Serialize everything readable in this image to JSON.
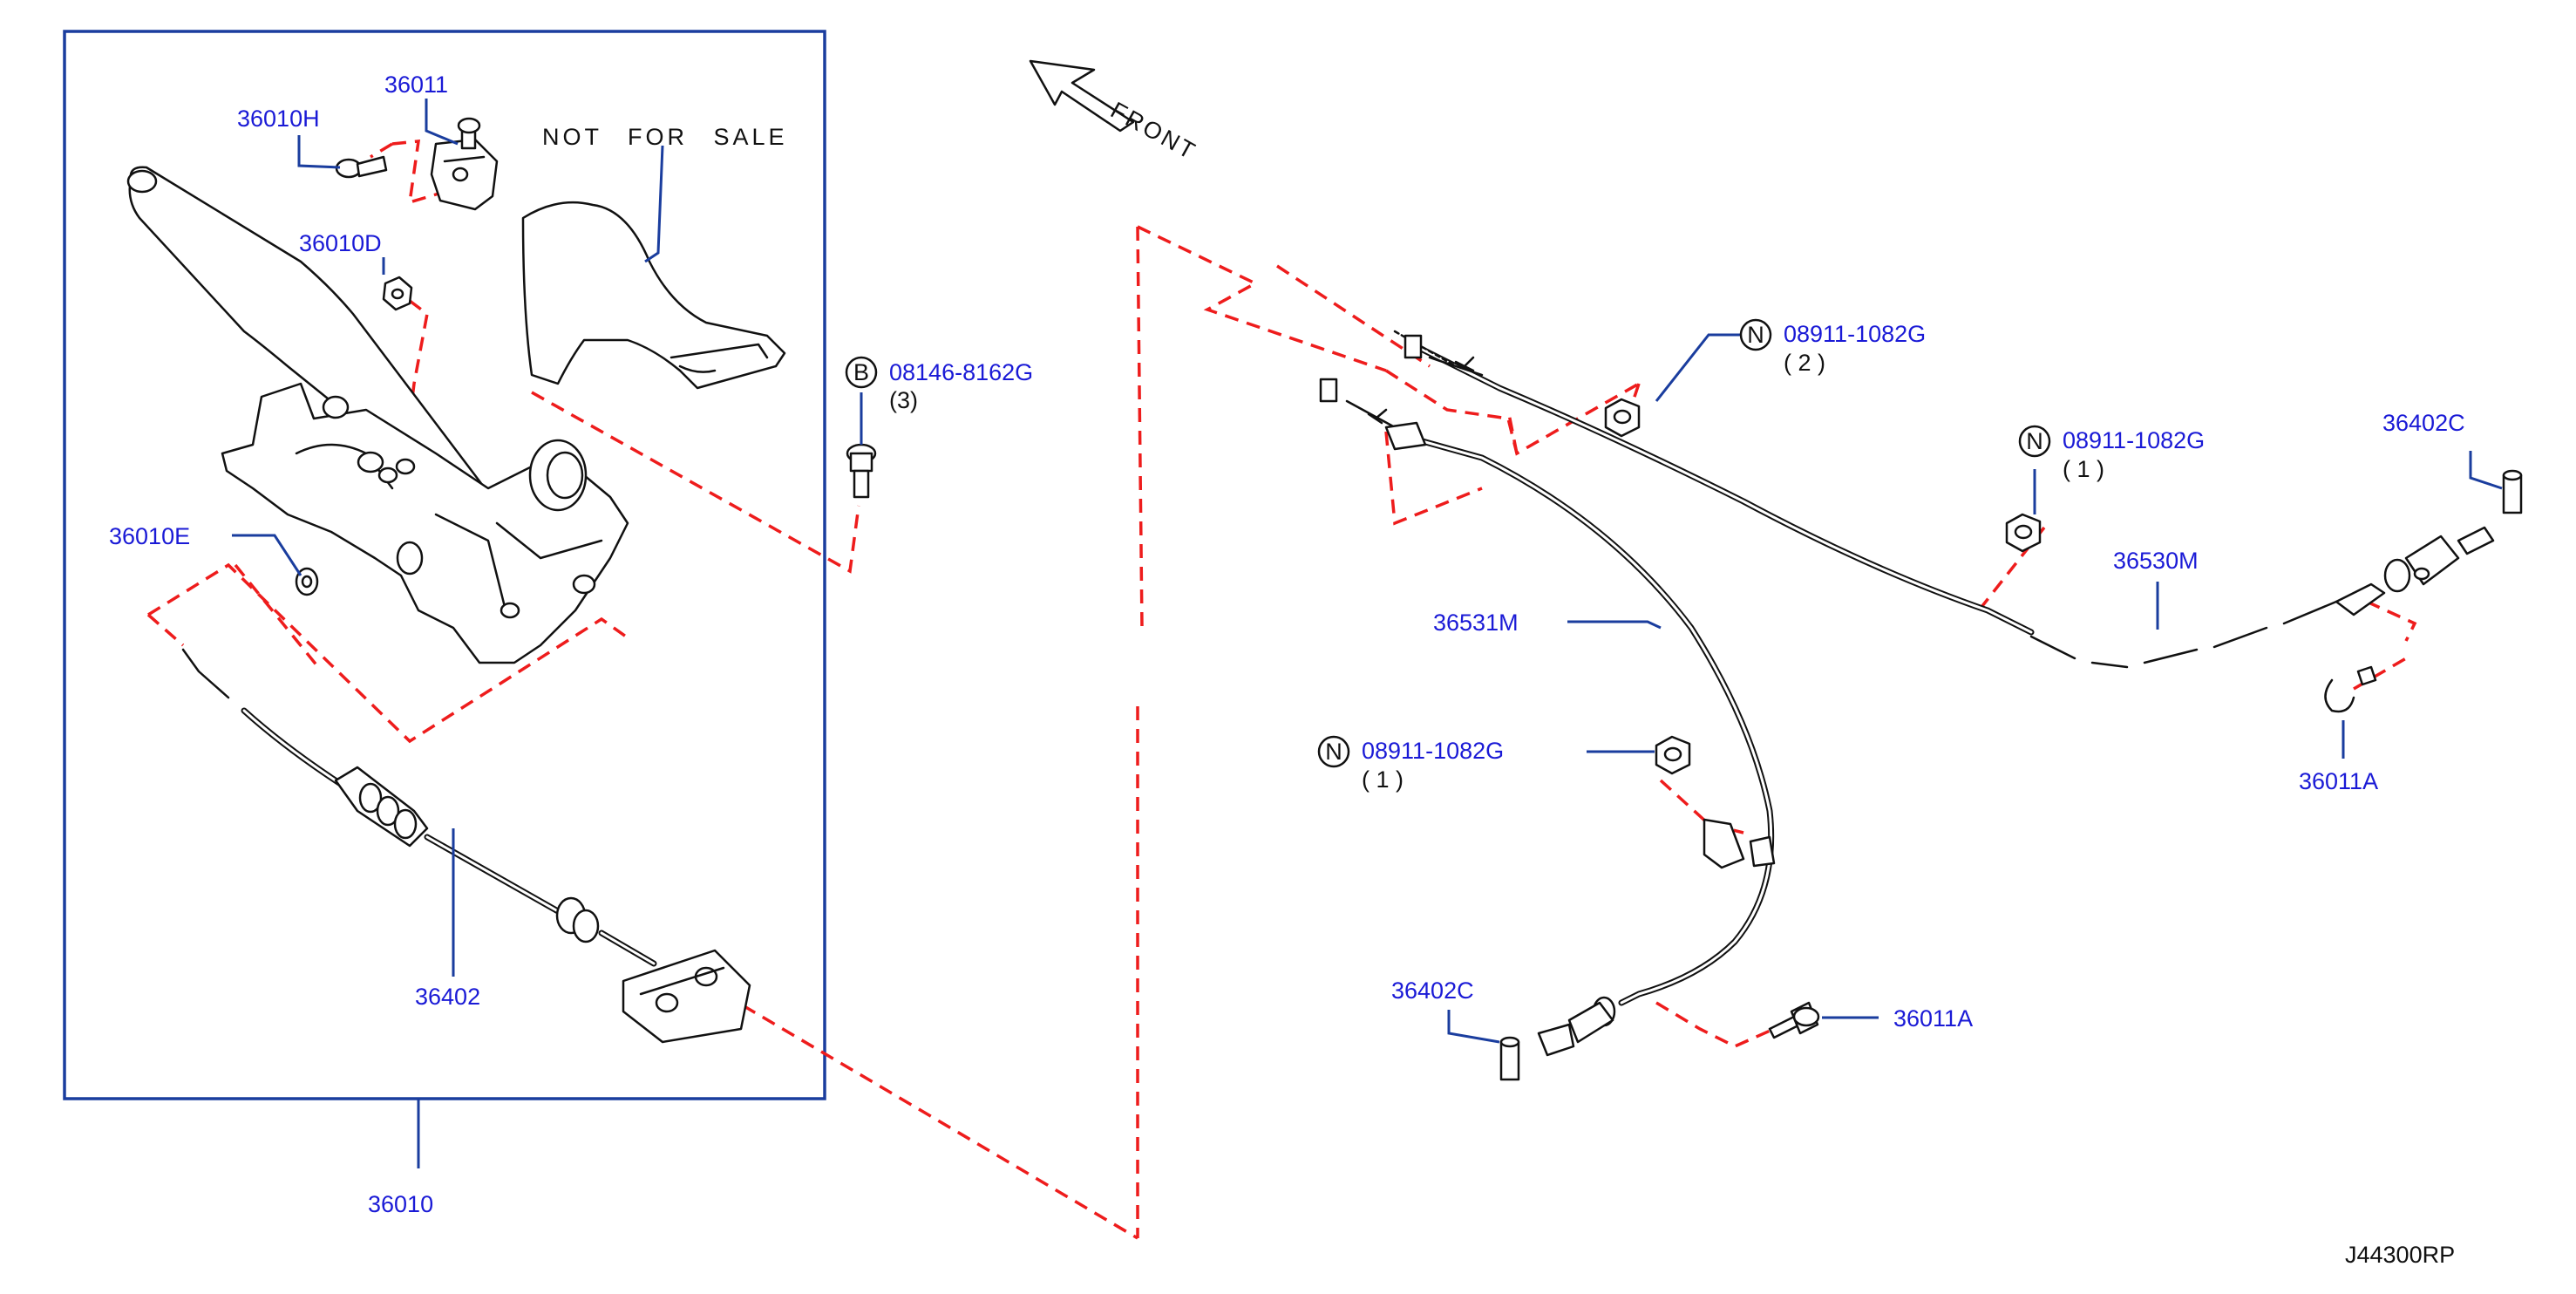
{
  "diagram_id": "J44300RP",
  "watermark": "NOT FOR SALE",
  "direction_label": "FRONT",
  "parts": [
    {
      "id": "p36011",
      "code": "36011"
    },
    {
      "id": "p36010H",
      "code": "36010H"
    },
    {
      "id": "p36010D",
      "code": "36010D"
    },
    {
      "id": "p36010E",
      "code": "36010E"
    },
    {
      "id": "p36402",
      "code": "36402"
    },
    {
      "id": "p36010",
      "code": "36010"
    },
    {
      "id": "p08146",
      "code": "08146-8162G",
      "prefix": "B",
      "qty": "(3)"
    },
    {
      "id": "pN2",
      "code": "08911-1082G",
      "prefix": "N",
      "qty": "( 2 )"
    },
    {
      "id": "pN1a",
      "code": "08911-1082G",
      "prefix": "N",
      "qty": "( 1 )"
    },
    {
      "id": "pN1b",
      "code": "08911-1082G",
      "prefix": "N",
      "qty": "( 1 )"
    },
    {
      "id": "p36402C_r",
      "code": "36402C"
    },
    {
      "id": "p36530M",
      "code": "36530M"
    },
    {
      "id": "p36531M",
      "code": "36531M"
    },
    {
      "id": "p36011A_r",
      "code": "36011A"
    },
    {
      "id": "p36402C_l",
      "code": "36402C"
    },
    {
      "id": "p36011A_l",
      "code": "36011A"
    }
  ],
  "colors": {
    "label": "#1a1ad6",
    "leader": "#1a3d9e",
    "dashed_link": "#ee1c1c",
    "part": "#111111"
  }
}
